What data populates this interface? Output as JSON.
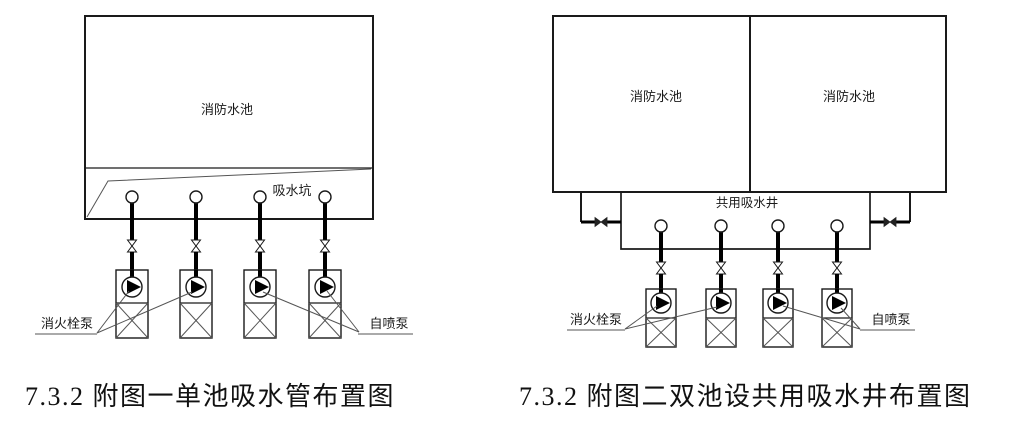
{
  "left_figure": {
    "tank_label": "消防水池",
    "suction_pit_label": "吸水坑",
    "hydrant_pump_label": "消火栓泵",
    "sprinkler_pump_label": "自喷泵",
    "caption": "7.3.2 附图一单池吸水管布置图"
  },
  "right_figure": {
    "tank_left_label": "消防水池",
    "tank_right_label": "消防水池",
    "shared_well_label": "共用吸水井",
    "hydrant_pump_label": "消火栓泵",
    "sprinkler_pump_label": "自喷泵",
    "caption": "7.3.2 附图二双池设共用吸水井布置图"
  },
  "icons": {
    "pump": "pump-icon",
    "valve": "valve-icon",
    "bell_mouth": "bell-mouth-icon",
    "foundation": "pump-foundation"
  },
  "colors": {
    "line": "#1a1a1a",
    "thin_line": "#555555",
    "text": "#111111",
    "background": "#ffffff"
  }
}
